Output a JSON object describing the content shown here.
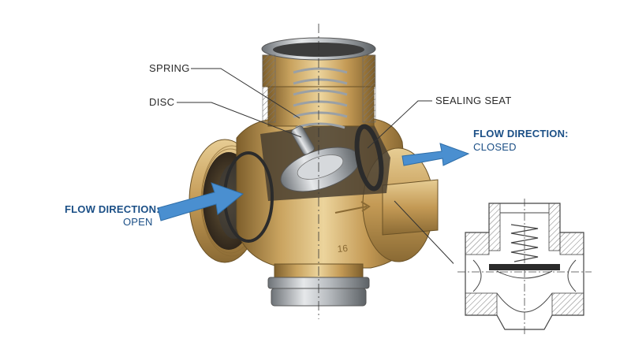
{
  "labels": {
    "spring": "SPRING",
    "disc": "DISC",
    "sealing_seat": "SEALING SEAT",
    "flow_in_title": "FLOW DIRECTION:",
    "flow_in_state": "OPEN",
    "flow_out_title": "FLOW DIRECTION:",
    "flow_out_state": "CLOSED",
    "casting_mark": "16"
  },
  "colors": {
    "brass": "#c49a55",
    "brass_dark": "#8a6a34",
    "brass_light": "#e7cd94",
    "steel": "#b8bcc0",
    "steel_dark": "#6e7378",
    "arrow_blue": "#4a8fd0",
    "label_blue": "#1b4f86",
    "label_dark": "#2a2a2a"
  },
  "icons": [
    "flow-arrow-in-icon",
    "flow-arrow-out-icon",
    "cast-direction-arrow-icon"
  ]
}
